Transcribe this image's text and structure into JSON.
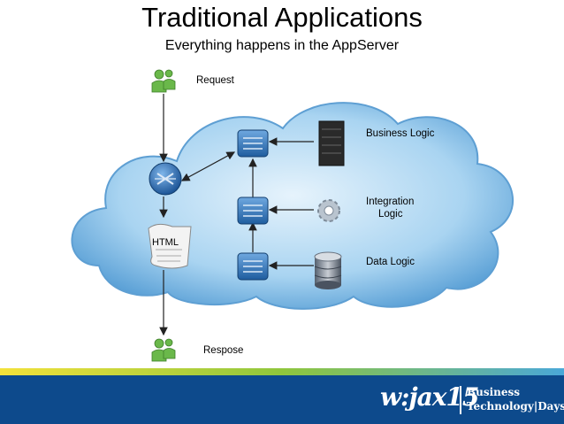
{
  "header": {
    "title": "Traditional Applications",
    "subtitle": "Everything happens in the AppServer"
  },
  "diagram": {
    "labels": {
      "request": "Request",
      "html": "HTML",
      "response": "Respose",
      "business_logic": "Business Logic",
      "integration_logic_line1": "Integration",
      "integration_logic_line2": "Logic",
      "data_logic": "Data Logic"
    },
    "colors": {
      "cloud": "#8ec5ea",
      "node_blue": "#2f72b8",
      "user_green": "#6ab84a"
    }
  },
  "footer": {
    "logo_mark": "w:jax15",
    "logo_line1": "Business",
    "logo_line2": "Technology|Days"
  }
}
